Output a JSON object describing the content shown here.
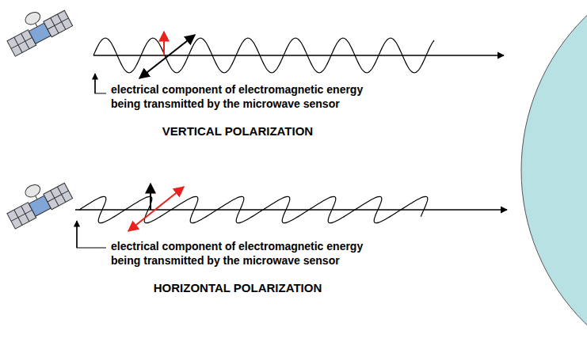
{
  "diagram": {
    "labels": [
      "electrical component of electromagnetic energy being transmitted by the microwave sensor",
      "VERTICAL POLARIZATION",
      "electrical component of electromagnetic energy being transmitted by the microwave sensor",
      "HORIZONTAL POLARIZATION"
    ]
  }
}
